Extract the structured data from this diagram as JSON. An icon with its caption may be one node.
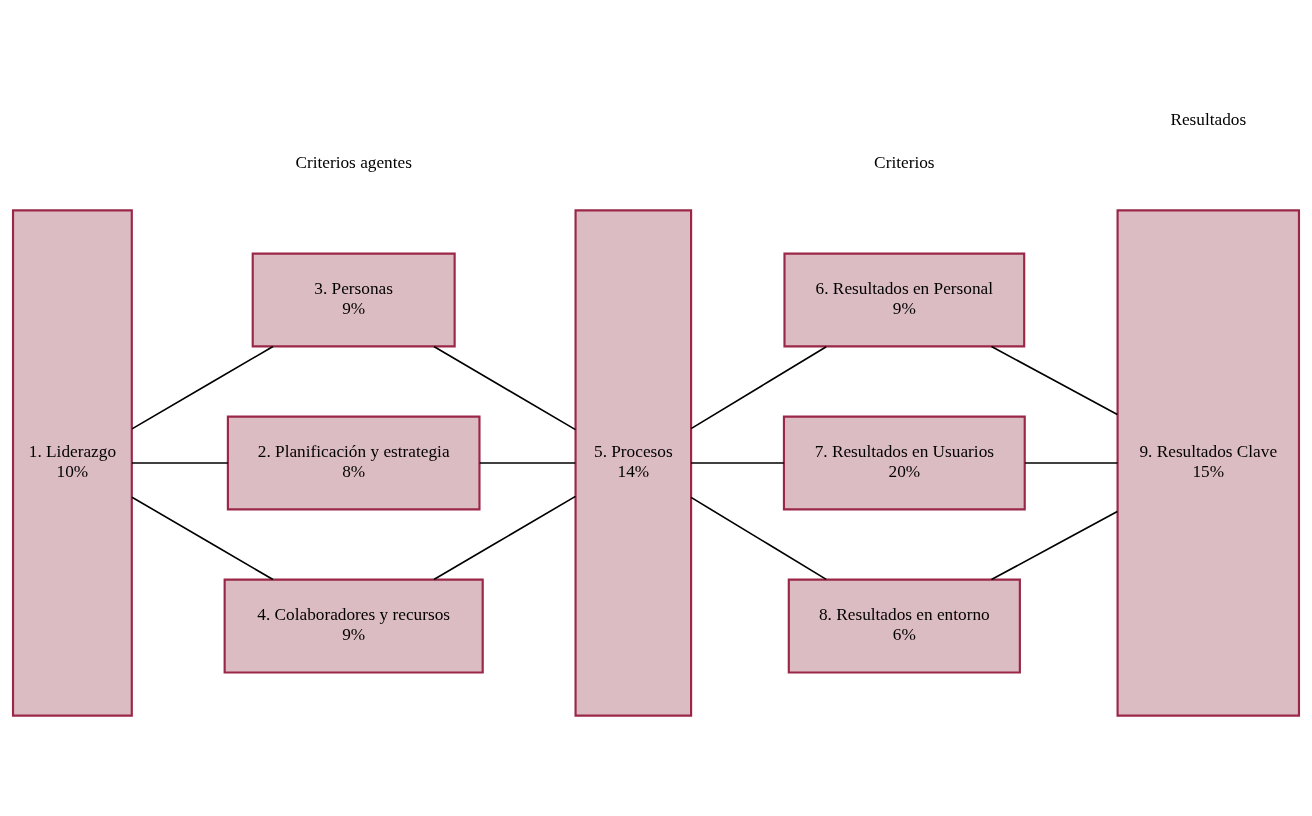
{
  "diagram": {
    "nodes": [
      {
        "text": [
          "1. Liderazgo",
          "10%"
        ]
      },
      {
        "text": [
          "3. Personas",
          "9%"
        ]
      },
      {
        "text": [
          "2. Planificación y estrategia",
          "8%"
        ]
      },
      {
        "text": [
          "4. Colaboradores y recursos",
          "9%"
        ]
      },
      {
        "text": [
          "5. Procesos",
          "14%"
        ]
      },
      {
        "text": [
          "6. Resultados en Personal",
          "9%"
        ]
      },
      {
        "text": [
          "7. Resultados en Usuarios",
          "20%"
        ]
      },
      {
        "text": [
          "8. Resultados en entorno",
          "6%"
        ]
      },
      {
        "text": [
          "9. Resultados Clave",
          "15%"
        ]
      }
    ],
    "edges": [
      {
        "from": 0,
        "to": 1,
        "arrow": "none"
      },
      {
        "from": 0,
        "to": 2,
        "arrow": "none"
      },
      {
        "from": 0,
        "to": 3,
        "arrow": "none"
      },
      {
        "from": 1,
        "to": 4,
        "arrow": "none"
      },
      {
        "from": 2,
        "to": 4,
        "arrow": "none"
      },
      {
        "from": 3,
        "to": 4,
        "arrow": "none"
      },
      {
        "from": 4,
        "to": 5,
        "arrow": "none"
      },
      {
        "from": 4,
        "to": 6,
        "arrow": "none"
      },
      {
        "from": 4,
        "to": 7,
        "arrow": "none"
      },
      {
        "from": 5,
        "to": 8,
        "arrow": "none"
      },
      {
        "from": 6,
        "to": 8,
        "arrow": "none"
      },
      {
        "from": 7,
        "to": 8,
        "arrow": "none"
      }
    ],
    "labels": [
      "Criterios agentes",
      "Criterios",
      "Resultados"
    ]
  }
}
